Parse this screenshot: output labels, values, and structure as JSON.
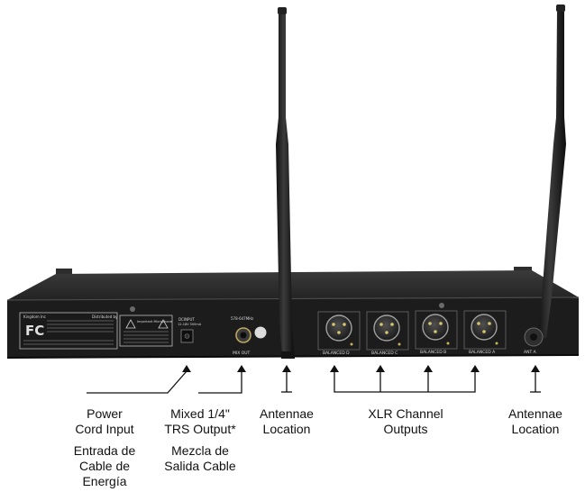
{
  "panel": {
    "model_label": "Kingdom Inc",
    "distributor_label": "Distributed by",
    "warning_label": "Important Microphone",
    "dcinput_label": "DCINPUT",
    "dcinput_spec": "12-18V 500mA",
    "freq_label": "578-647MHz",
    "mixout_label": "MIX OUT",
    "balanced_labels": [
      "BALANCED D",
      "BALANCED C",
      "BALANCED B",
      "BALANCED A"
    ],
    "ant_label": "ANT A"
  },
  "callouts": {
    "power": {
      "en1": "Power",
      "en2": "Cord Input",
      "es1": "Entrada de",
      "es2": "Cable de",
      "es3": "Energía"
    },
    "mixed": {
      "en1": "Mixed 1/4\"",
      "en2": "TRS Output*",
      "es1": "Mezcla de",
      "es2": "Salida Cable"
    },
    "antenna_left": {
      "l1": "Antennae",
      "l2": "Location"
    },
    "xlr": {
      "l1": "XLR Channel",
      "l2": "Outputs"
    },
    "antenna_right": {
      "l1": "Antennae",
      "l2": "Location"
    }
  },
  "colors": {
    "chassis": "#2a2a2a",
    "panel": "#1c1c1c",
    "lines": "#111111"
  }
}
